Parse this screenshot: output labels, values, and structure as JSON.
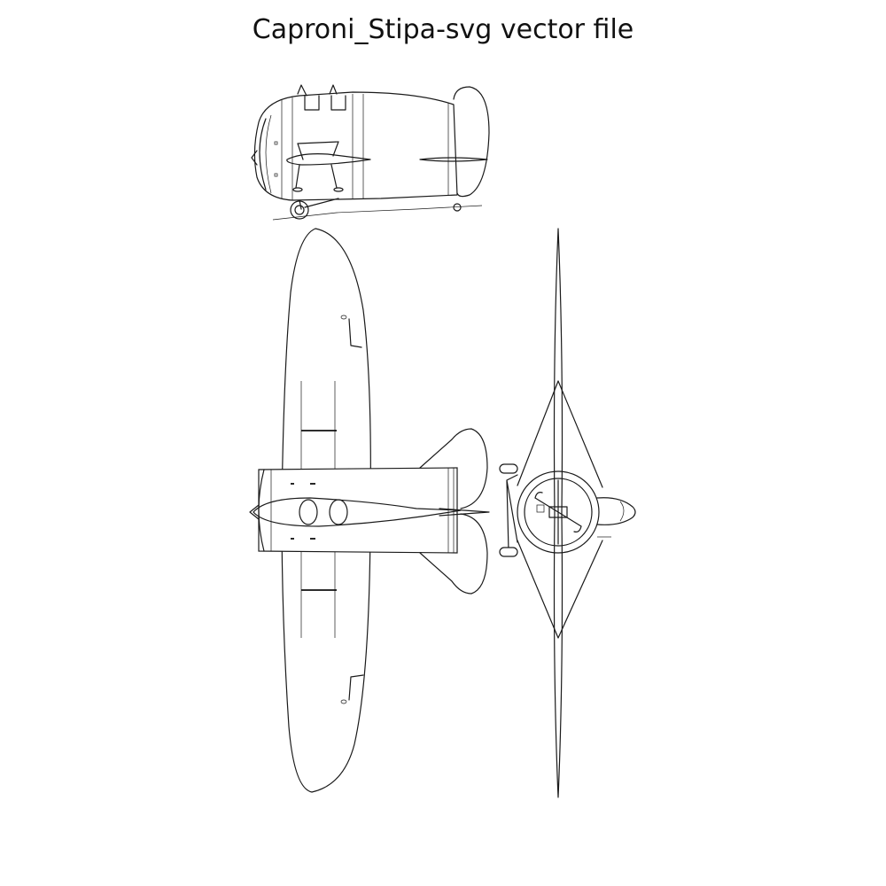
{
  "title": "Caproni_Stipa-svg vector file",
  "colors": {
    "background": "#ffffff",
    "line": "#1a1a1a"
  },
  "views": [
    "side-view",
    "top-view",
    "front-view"
  ]
}
